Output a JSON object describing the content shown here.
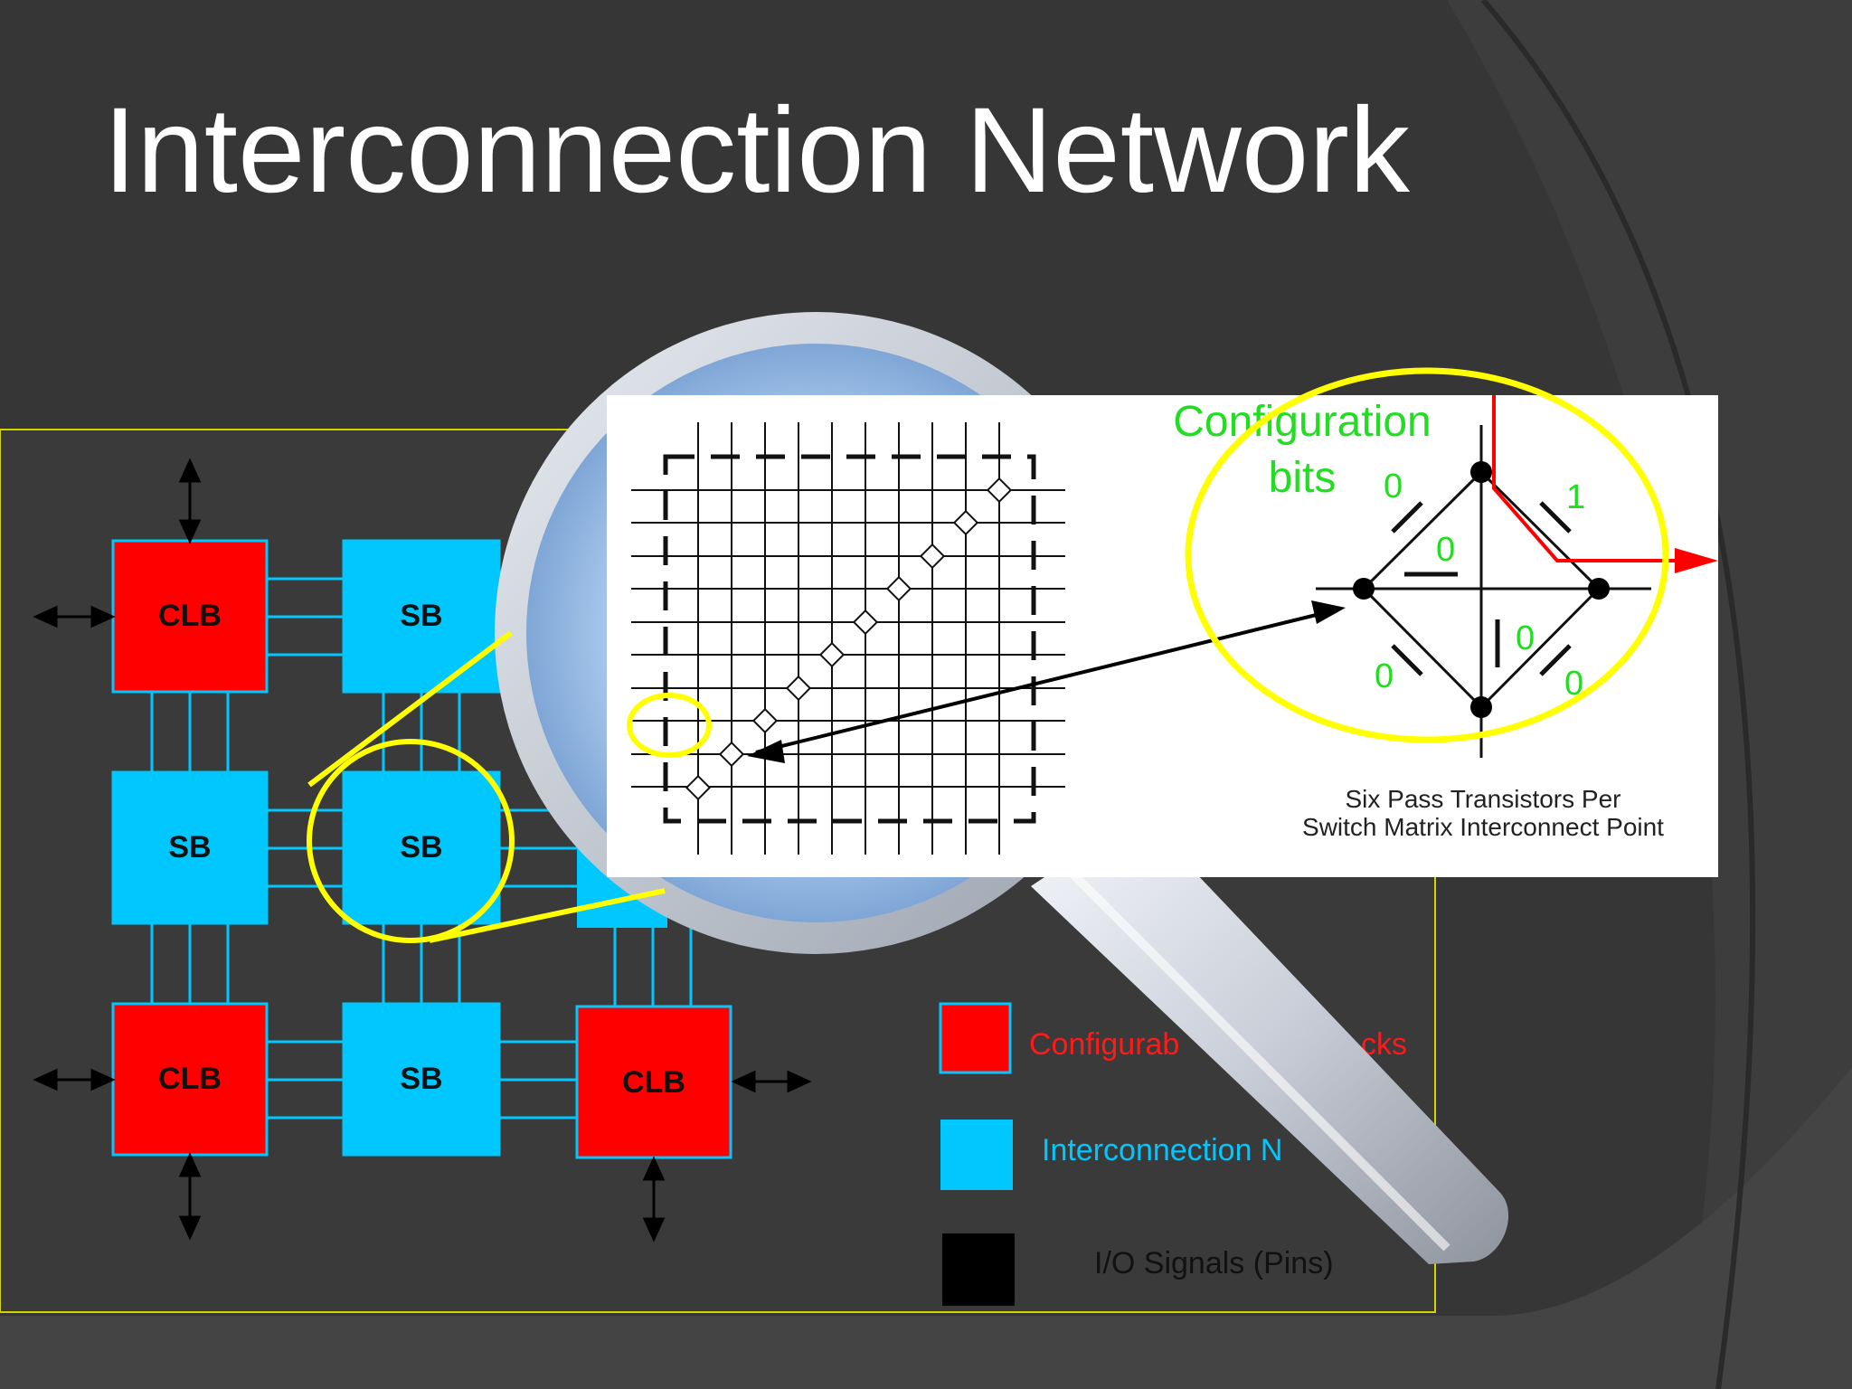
{
  "slide": {
    "title": "Interconnection Network"
  },
  "colors": {
    "background": "#333333",
    "clb": "#ff0000",
    "sb": "#00c8ff",
    "highlight": "#ffff00",
    "config_text": "#22dd22",
    "route": "#ff0000"
  },
  "fabric": {
    "blocks": [
      {
        "label": "CLB",
        "kind": "clb"
      },
      {
        "label": "SB",
        "kind": "sb"
      },
      {
        "label": "SB",
        "kind": "sb"
      },
      {
        "label": "SB",
        "kind": "sb"
      },
      {
        "label": "CLB",
        "kind": "clb"
      },
      {
        "label": "SB",
        "kind": "sb"
      },
      {
        "label": "CLB",
        "kind": "clb"
      }
    ]
  },
  "legend": {
    "items": [
      {
        "label": "Configurab",
        "label_end": "cks",
        "color": "#ff0000",
        "text_color": "#ff1a1a"
      },
      {
        "label": "Interconnection N",
        "color": "#00c8ff",
        "text_color": "#00c8ff"
      },
      {
        "label": "I/O Signals (Pins)",
        "color": "#000000",
        "text_color": "#111111"
      }
    ]
  },
  "zoom_panel": {
    "config_label_line1": "Configuration",
    "config_label_line2": "bits",
    "bits": [
      "0",
      "1",
      "0",
      "0",
      "0",
      "0"
    ],
    "caption_line1": "Six Pass Transistors Per",
    "caption_line2": "Switch Matrix Interconnect Point"
  }
}
